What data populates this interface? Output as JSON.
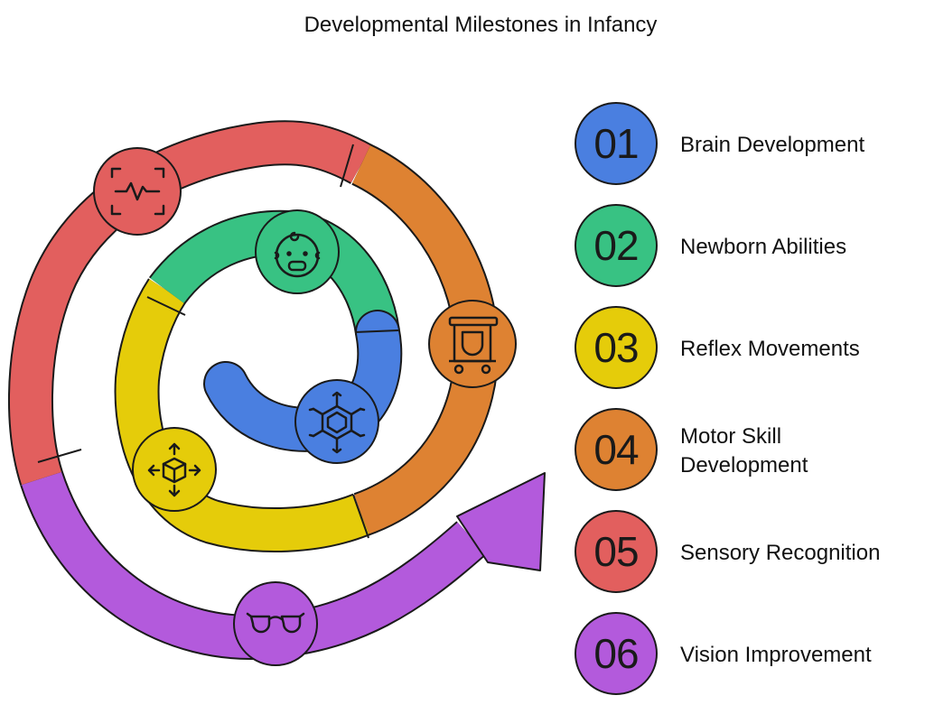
{
  "title": "Developmental Milestones in Infancy",
  "colors": {
    "blue": "#4a7fe0",
    "green": "#38c283",
    "yellow": "#e5cc0a",
    "orange": "#de8232",
    "red": "#e25f5e",
    "purple": "#b35adc",
    "outline": "#1a1a1a"
  },
  "milestones": [
    {
      "number": "01",
      "label": "Brain Development",
      "color": "#4a7fe0",
      "icon": "molecule-icon"
    },
    {
      "number": "02",
      "label": "Newborn Abilities",
      "color": "#38c283",
      "icon": "baby-face-icon"
    },
    {
      "number": "03",
      "label": "Reflex Movements",
      "color": "#e5cc0a",
      "icon": "cube-arrows-icon"
    },
    {
      "number": "04",
      "label": "Motor Skill Development",
      "color": "#de8232",
      "icon": "baby-walker-icon"
    },
    {
      "number": "05",
      "label": "Sensory Recognition",
      "color": "#e25f5e",
      "icon": "heartbeat-scan-icon"
    },
    {
      "number": "06",
      "label": "Vision Improvement",
      "color": "#b35adc",
      "icon": "glasses-icon"
    }
  ]
}
